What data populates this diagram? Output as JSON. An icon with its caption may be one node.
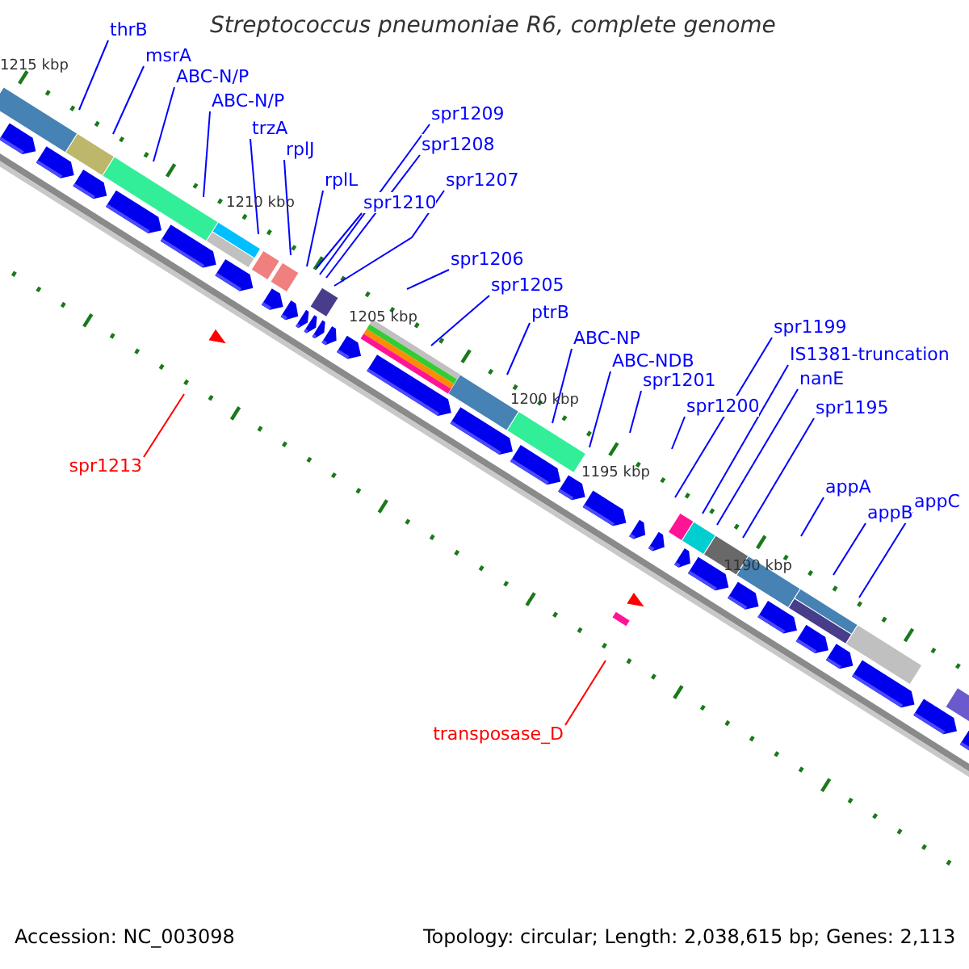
{
  "diagram": {
    "title": "Streptococcus pneumoniae R6, complete genome",
    "nodes": [
      {
        "text": [
          "thrB"
        ]
      },
      {
        "text": [
          "msrA"
        ]
      },
      {
        "text": [
          "ABC-N/P"
        ]
      },
      {
        "text": [
          "ABC-N/P"
        ]
      },
      {
        "text": [
          "spr1209"
        ]
      },
      {
        "text": [
          "trzA"
        ]
      },
      {
        "text": [
          "spr1208"
        ]
      },
      {
        "text": [
          "rplJ"
        ]
      },
      {
        "text": [
          "spr1207"
        ]
      },
      {
        "text": [
          "rplL"
        ]
      },
      {
        "text": [
          "spr1210"
        ]
      },
      {
        "text": [
          "spr1206"
        ]
      },
      {
        "text": [
          "spr1205"
        ]
      },
      {
        "text": [
          "ptrB"
        ]
      },
      {
        "text": [
          "spr1199"
        ]
      },
      {
        "text": [
          "ABC-NP"
        ]
      },
      {
        "text": [
          "IS1381-truncation"
        ]
      },
      {
        "text": [
          "ABC-NDB"
        ]
      },
      {
        "text": [
          "nanE"
        ]
      },
      {
        "text": [
          "spr1201"
        ]
      },
      {
        "text": [
          "spr1200"
        ]
      },
      {
        "text": [
          "spr1195"
        ]
      },
      {
        "text": [
          "spr1213"
        ]
      },
      {
        "text": [
          "appA"
        ]
      },
      {
        "text": [
          "appC"
        ]
      },
      {
        "text": [
          "appB"
        ]
      },
      {
        "text": [
          "transposase_D"
        ]
      }
    ],
    "edges": [
      {
        "from": 0,
        "to": null,
        "arrow": "none"
      },
      {
        "from": 1,
        "to": null,
        "arrow": "none"
      },
      {
        "from": 2,
        "to": null,
        "arrow": "none"
      },
      {
        "from": 3,
        "to": null,
        "arrow": "none"
      },
      {
        "from": 4,
        "to": null,
        "arrow": "none"
      },
      {
        "from": 5,
        "to": null,
        "arrow": "none"
      },
      {
        "from": 6,
        "to": null,
        "arrow": "none"
      },
      {
        "from": 7,
        "to": null,
        "arrow": "none"
      },
      {
        "from": 8,
        "to": null,
        "arrow": "none"
      },
      {
        "from": 9,
        "to": null,
        "arrow": "none"
      },
      {
        "from": 10,
        "to": null,
        "arrow": "none"
      },
      {
        "from": 11,
        "to": null,
        "arrow": "none"
      },
      {
        "from": 12,
        "to": null,
        "arrow": "none"
      },
      {
        "from": 13,
        "to": null,
        "arrow": "none"
      },
      {
        "from": 14,
        "to": null,
        "arrow": "none"
      },
      {
        "from": 15,
        "to": null,
        "arrow": "none"
      },
      {
        "from": 16,
        "to": null,
        "arrow": "none"
      },
      {
        "from": 17,
        "to": null,
        "arrow": "none"
      },
      {
        "from": 18,
        "to": null,
        "arrow": "none"
      },
      {
        "from": 19,
        "to": null,
        "arrow": "none"
      },
      {
        "from": 20,
        "to": null,
        "arrow": "none"
      },
      {
        "from": 21,
        "to": null,
        "arrow": "none"
      },
      {
        "from": 22,
        "to": null,
        "arrow": "none",
        "color": "#ff0000"
      },
      {
        "from": 23,
        "to": null,
        "arrow": "none"
      },
      {
        "from": 24,
        "to": null,
        "arrow": "none"
      },
      {
        "from": 25,
        "to": null,
        "arrow": "none"
      },
      {
        "from": 26,
        "to": null,
        "arrow": "none",
        "color": "#ff0000"
      }
    ],
    "labels": [
      "1215 kbp",
      "1210 kbp",
      "1205 kbp",
      "1200 kbp",
      "1195 kbp",
      "1190 kbp",
      "Accession: NC_003098",
      "Topology: circular; Length: 2,038,615 bp; Genes: 2,113"
    ]
  }
}
